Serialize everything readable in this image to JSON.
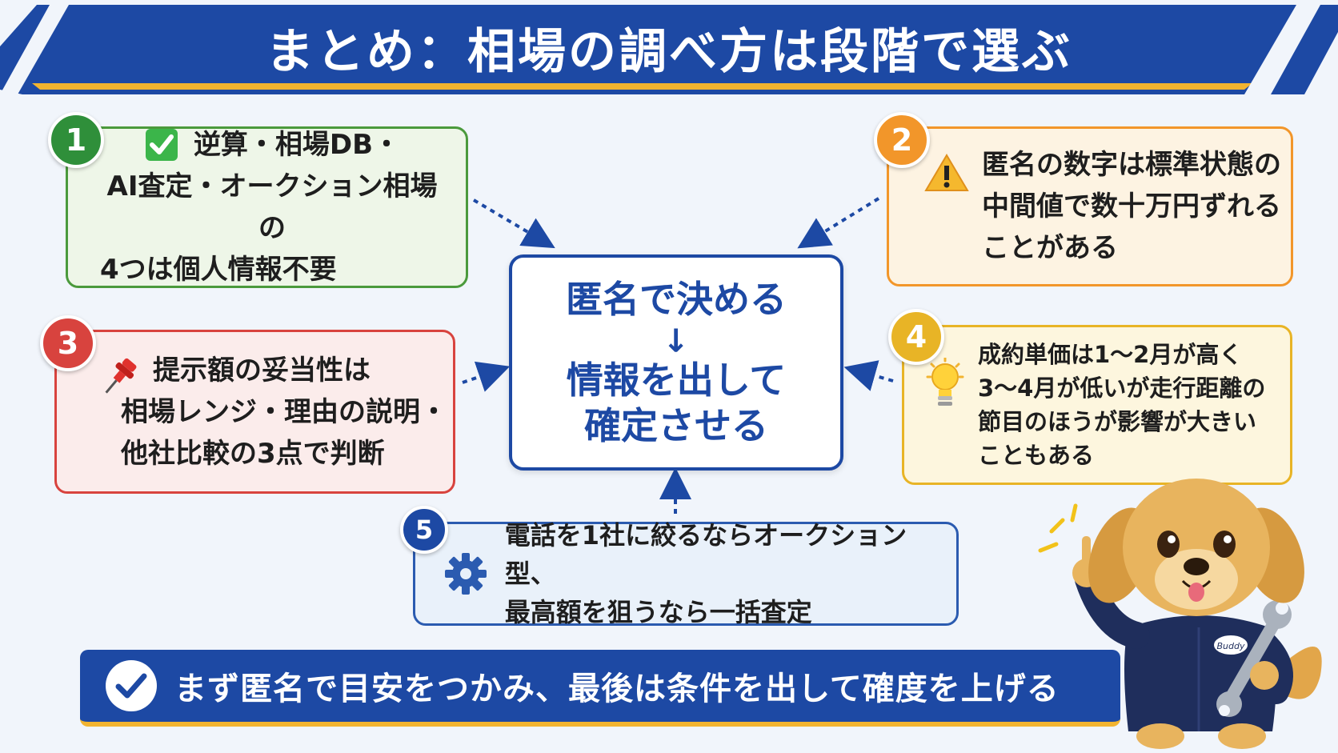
{
  "header": {
    "title": "まとめ：相場の調べ方は段階で選ぶ"
  },
  "center": {
    "line1": "匿名で決める",
    "arrow": "→",
    "line2": "情報を出して",
    "line3": "確定させる"
  },
  "cards": [
    {
      "number": "1",
      "icon": "check-box-icon",
      "lines": [
        "逆算・相場DB・",
        "AI査定・オークション相場の",
        "4つは個人情報不要"
      ]
    },
    {
      "number": "2",
      "icon": "warning-icon",
      "lines": [
        "匿名の数字は標準状態の",
        "中間値で数十万円ずれる",
        "ことがある"
      ]
    },
    {
      "number": "3",
      "icon": "pushpin-icon",
      "lines": [
        "提示額の妥当性は",
        "相場レンジ・理由の説明・",
        "他社比較の3点で判断"
      ]
    },
    {
      "number": "4",
      "icon": "lightbulb-icon",
      "lines": [
        "成約単価は1〜2月が高く",
        "3〜4月が低いが走行距離の",
        "節目のほうが影響が大きい",
        "こともある"
      ]
    },
    {
      "number": "5",
      "icon": "gear-icon",
      "lines": [
        "電話を1社に絞るならオークション型、",
        "最高額を狙うなら一括査定"
      ]
    }
  ],
  "footer": {
    "text": "まず匿名で目安をつかみ、最後は条件を出して確度を上げる"
  },
  "mascot": {
    "patch_label": "Buddy"
  },
  "colors": {
    "navy": "#1d49a4",
    "green": "#4b9a3c",
    "orange": "#f2962a",
    "red": "#d8433e",
    "yellow": "#e8b426",
    "blue": "#2b5bb0",
    "gold": "#f2b430"
  }
}
